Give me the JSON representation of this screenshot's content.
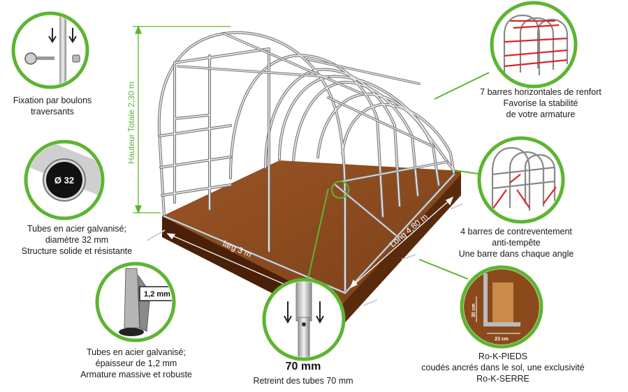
{
  "diagram": {
    "accent_color": "#5cb531",
    "soil_color": "#8b4a1c",
    "dimensions": {
      "height": "Hauteur Totale 2,30 m",
      "width": "larg 3 m",
      "length": "Long 4,80 m"
    },
    "callouts": {
      "bolts": {
        "icon": "bolt-fixation-icon",
        "lines": [
          "Fixation par boulons",
          "traversants"
        ]
      },
      "tube_diameter": {
        "icon": "tube-section-icon",
        "badge": "Ø 32",
        "lines": [
          "Tubes en acier galvanisé;",
          "diamètre 32 mm",
          "Structure solide et résistante"
        ]
      },
      "thickness": {
        "icon": "tube-thickness-icon",
        "badge": "1,2 mm",
        "lines": [
          "Tubes en acier galvanisé;",
          "épaisseur de 1,2 mm",
          "Armature massive et robuste"
        ]
      },
      "tube_reduction": {
        "icon": "tube-reduction-icon",
        "title": "70 mm",
        "lines": [
          "Retreint des tubes 70 mm"
        ]
      },
      "horizontal_bars": {
        "icon": "horizontal-bars-icon",
        "lines": [
          "7 barres horizontales de renfort",
          "Favorise la stabilité",
          "de votre armature"
        ]
      },
      "bracing_bars": {
        "icon": "bracing-bars-icon",
        "lines": [
          "4 barres de contreventement",
          "anti-tempête",
          "Une barre dans chaque angle"
        ]
      },
      "feet": {
        "icon": "ground-feet-icon",
        "dim_vertical": "30 cm",
        "dim_horizontal": "23 cm",
        "lines": [
          "Ro-K-PIEDS",
          "coudés ancrés dans le sol, une exclusivité",
          "Ro-K-SERRE"
        ]
      }
    }
  }
}
